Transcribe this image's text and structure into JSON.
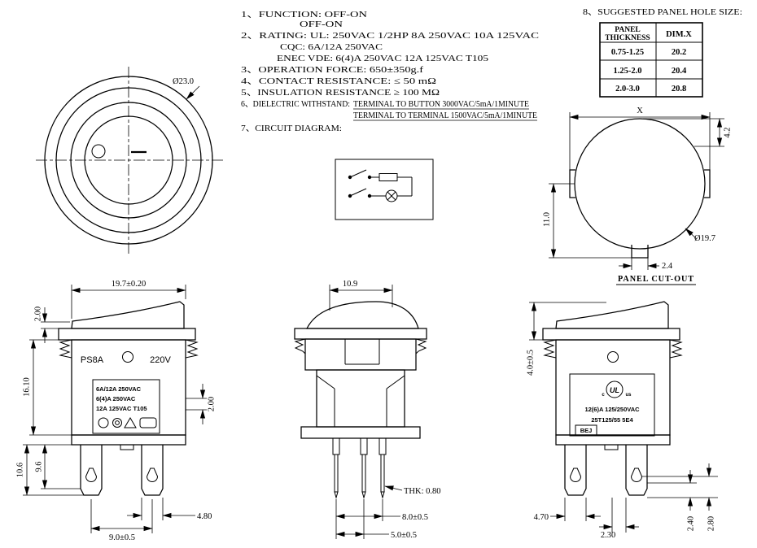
{
  "specs": {
    "l1": "1、FUNCTION: OFF-ON",
    "l1b": "OFF-ON",
    "l2": "2、RATING:  UL: 250VAC 1/2HP  8A 250VAC  10A 125VAC",
    "l2b": "CQC: 6A/12A 250VAC",
    "l2c": "ENEC VDE: 6(4)A 250VAC 12A 125VAC T105",
    "l3": "3、OPERATION FORCE: 650±350g.f",
    "l4": "4、CONTACT RESISTANCE: ≤ 50 mΩ",
    "l5": "5、INSULATION RESISTANCE ≥ 100 MΩ",
    "l6": "6、DIELECTRIC WITHSTAND:",
    "l6b": "TERMINAL TO BUTTON 3000VAC/5mA/1MINUTE",
    "l6c": "TERMINAL TO TERMINAL 1500VAC/5mA/1MINUTE",
    "l7": "7、CIRCUIT DIAGRAM:"
  },
  "front_view": {
    "dia": "Ø23.0"
  },
  "panel": {
    "heading": "8、SUGGESTED PANEL HOLE SIZE:",
    "table": {
      "h1a": "PANEL",
      "h1b": "THICKNESS",
      "h2": "DIM.X",
      "rows": [
        {
          "t": "0.75-1.25",
          "x": "20.2"
        },
        {
          "t": "1.25-2.0",
          "x": "20.4"
        },
        {
          "t": "2.0-3.0",
          "x": "20.8"
        }
      ]
    },
    "dim_x": "X",
    "dim_42": "4.2",
    "dim_110": "11.0",
    "dim_dia": "Ø19.7",
    "dim_24": "2.4",
    "cutout_label": "PANEL CUT-OUT"
  },
  "side_view_left": {
    "mark_model": "PS8A",
    "mark_volt": "220V",
    "label": [
      "6A/12A 250VAC",
      "6(4)A 250VAC",
      "12A 125VAC T105"
    ],
    "dims": {
      "w": "19.7±0.20",
      "t2a": "2.00",
      "h": "16.10",
      "d106": "10.6",
      "d96": "9.6",
      "t2b": "2.00",
      "d48": "4.80",
      "pitch": "9.0±0.5"
    }
  },
  "front_view_bottom": {
    "dims": {
      "w": "10.9",
      "thk": "THK: 0.80",
      "p8": "8.0±0.5",
      "p5": "5.0±0.5"
    }
  },
  "side_view_right": {
    "ul_c": "c",
    "ul": "UL",
    "ul_us": "us",
    "label1": "12(6)A 125/250VAC",
    "label2": "25T125/55 5E4",
    "label3": "BEJ",
    "dims": {
      "h4": "4.0±0.5",
      "d47": "4.70",
      "d23": "2.30",
      "d24": "2.40",
      "d28": "2.80"
    }
  }
}
